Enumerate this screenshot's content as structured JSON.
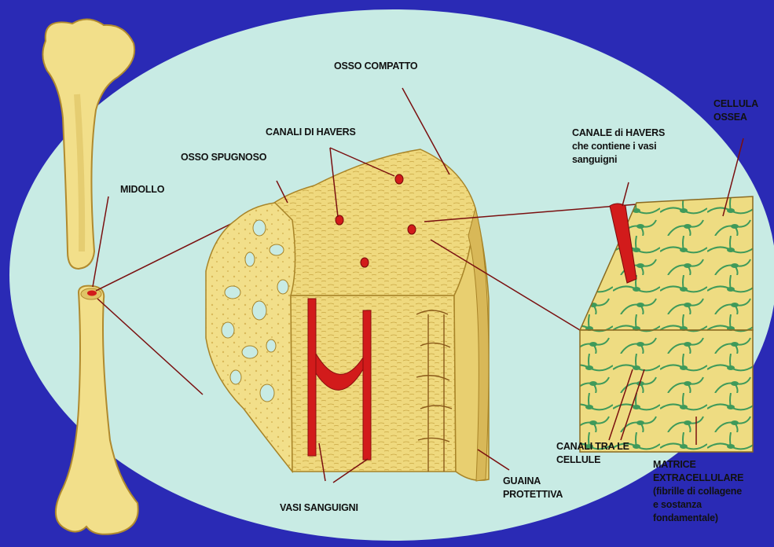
{
  "colors": {
    "frame": "#2a2ab5",
    "background": "#c8ebe4",
    "bone": "#f2df8a",
    "bone_dark": "#c9a744",
    "vessel": "#d21b1b",
    "cell": "#3f9a5a",
    "leader": "#7a1010"
  },
  "labels": {
    "osso_compatto": "OSSO COMPATTO",
    "canali_havers": "CANALI DI HAVERS",
    "osso_spugnoso": "OSSO SPUGNOSO",
    "midollo": "MIDOLLO",
    "canale_havers_detail": "CANALE di HAVERS\nche contiene i vasi\nsanguigni",
    "cellula_ossea": "CELLULA\nOSSEA",
    "canali_tra_cellule": "CANALI TRA LE\nCELLULE",
    "matrice": "MATRICE\nEXTRACELLULARE\n(fibrille di collagene\ne sostanza\nfondamentale)",
    "guaina": "GUAINA\nPROTETTIVA",
    "vasi_sanguigni": "VASI SANGUIGNI"
  }
}
